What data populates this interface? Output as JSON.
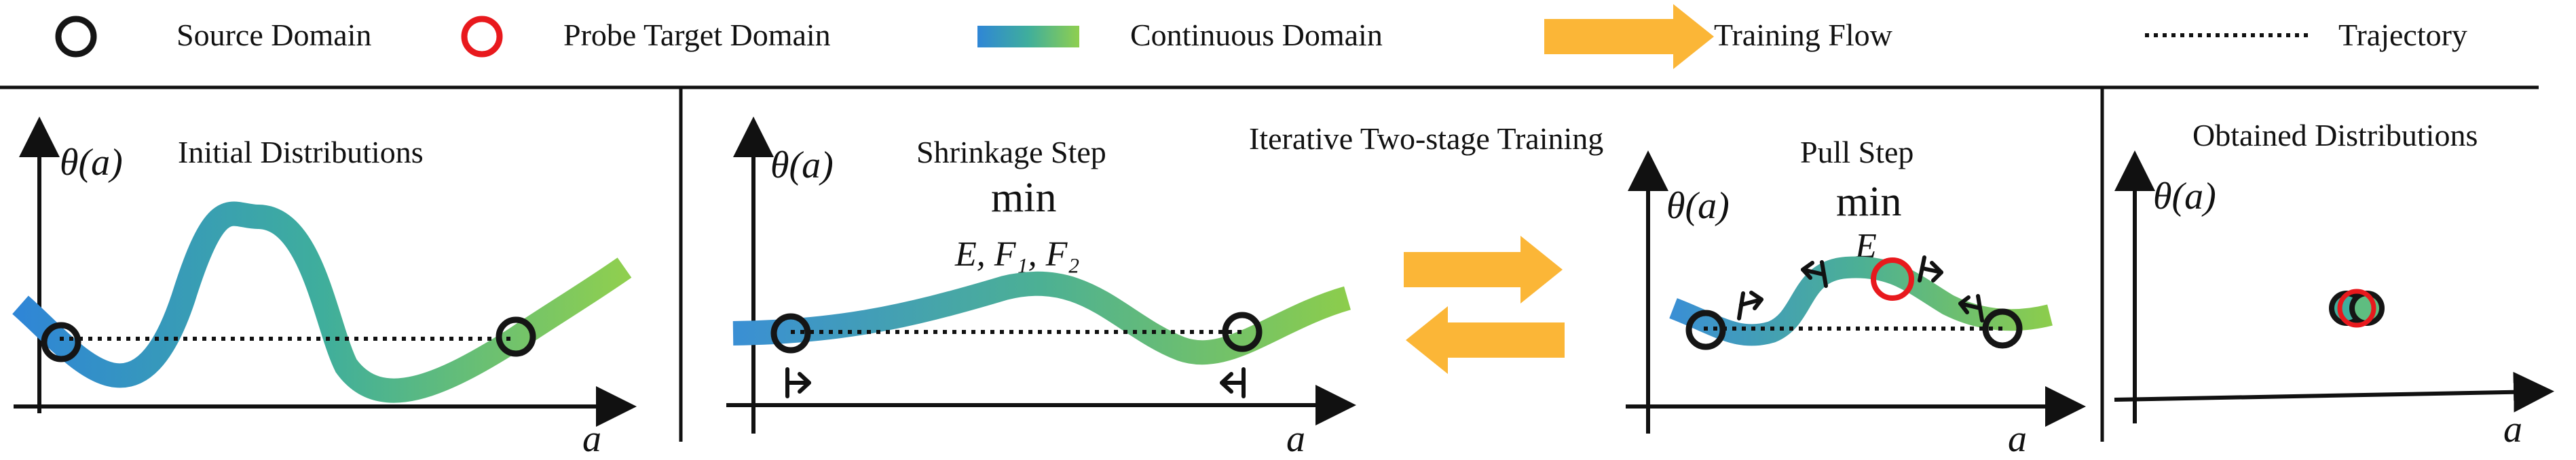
{
  "legend": {
    "source": "Source Domain",
    "probe": "Probe Target Domain",
    "continuous": "Continuous Domain",
    "flow": "Training Flow",
    "trajectory": "Trajectory"
  },
  "panels": {
    "initial": {
      "title": "Initial Distributions",
      "ylabel": "θ(a)",
      "xlabel": "a"
    },
    "shrink": {
      "title": "Shrinkage Step",
      "min": "min",
      "sub": "E, F₁, F₂",
      "ylabel": "θ(a)",
      "xlabel": "a"
    },
    "middle": {
      "title": "Iterative Two-stage Training"
    },
    "pull": {
      "title": "Pull Step",
      "min": "min",
      "sub": "E",
      "ylabel": "θ(a)",
      "xlabel": "a"
    },
    "obtained": {
      "title": "Obtained Distributions",
      "ylabel": "θ(a)",
      "xlabel": "a"
    }
  },
  "colors": {
    "gradient_start": "#2f86d6",
    "gradient_mid": "#3fae9c",
    "gradient_end": "#8fcf4f",
    "flow_arrow": "#fbb637",
    "probe_circle": "#e8191d",
    "source_circle": "#151515"
  }
}
